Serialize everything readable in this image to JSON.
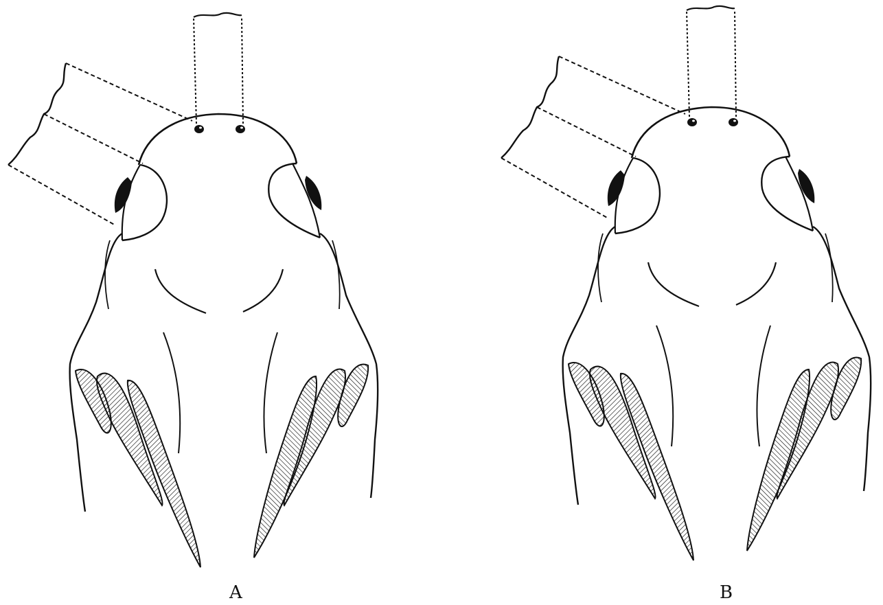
{
  "figure": {
    "panels": [
      {
        "id": "A",
        "label": "A"
      },
      {
        "id": "B",
        "label": "B"
      }
    ],
    "colors": {
      "ink": "#111111",
      "background": "#ffffff"
    }
  }
}
